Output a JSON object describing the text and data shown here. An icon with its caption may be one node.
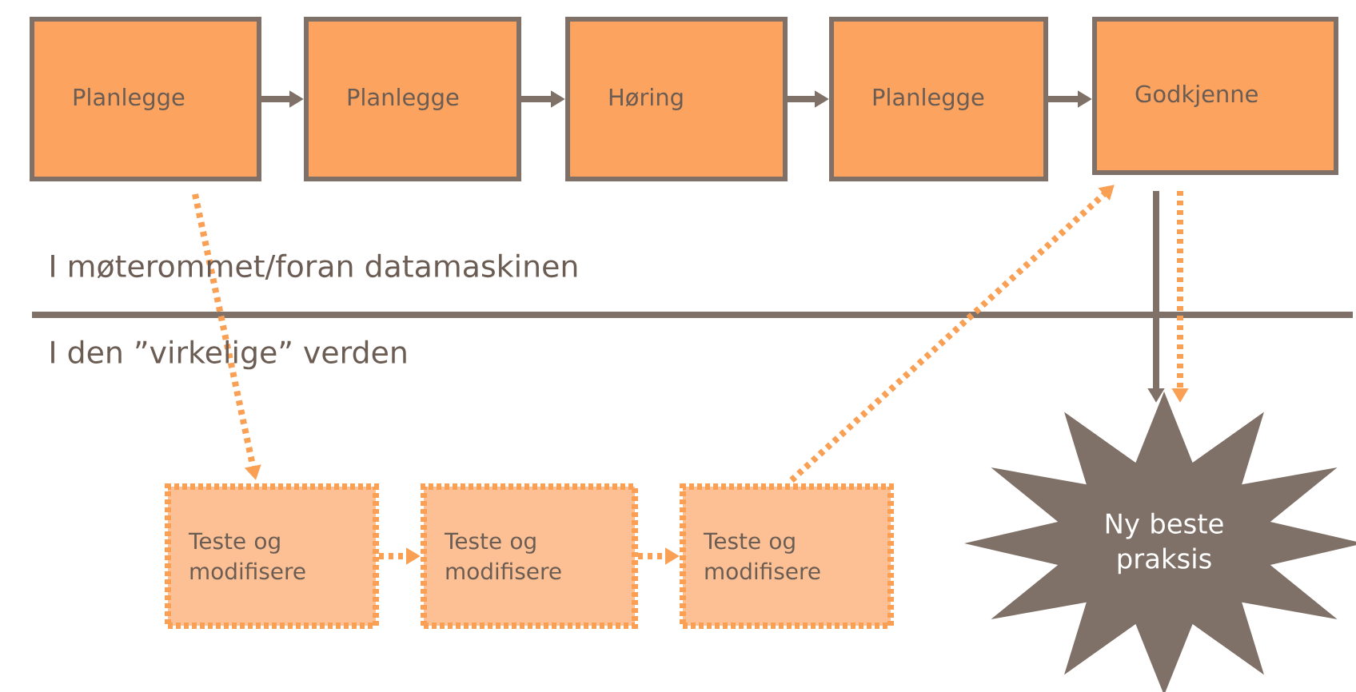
{
  "diagram": {
    "nodes": [
      {
        "text": [
          "Planlegge"
        ]
      },
      {
        "text": [
          "Planlegge"
        ]
      },
      {
        "text": [
          "Høring"
        ]
      },
      {
        "text": [
          "Planlegge"
        ]
      },
      {
        "text": [
          "Godkjenne"
        ]
      },
      {
        "text": [
          "Teste og modifisere"
        ]
      },
      {
        "text": [
          "Teste og modifisere"
        ]
      },
      {
        "text": [
          "Teste og modifisere"
        ]
      },
      {
        "text": [
          "Ny beste praksis"
        ]
      }
    ],
    "edges": [
      {
        "from": 0,
        "to": 1,
        "arrow": "to"
      },
      {
        "from": 1,
        "to": 2,
        "arrow": "to"
      },
      {
        "from": 2,
        "to": 3,
        "arrow": "to"
      },
      {
        "from": 3,
        "to": 4,
        "arrow": "to"
      },
      {
        "from": 0,
        "to": 5,
        "arrow": "to",
        "style": "dashed",
        "color": "#f9a055"
      },
      {
        "from": 5,
        "to": 6,
        "arrow": "to",
        "style": "dashed",
        "color": "#f9a055"
      },
      {
        "from": 6,
        "to": 7,
        "arrow": "to",
        "style": "dashed",
        "color": "#f9a055"
      },
      {
        "from": 7,
        "to": 4,
        "arrow": "to",
        "style": "dashed",
        "color": "#f9a055"
      },
      {
        "from": 4,
        "to": 8,
        "arrow": "to"
      },
      {
        "from": 4,
        "to": 8,
        "arrow": "to",
        "style": "dashed",
        "color": "#f9a055"
      }
    ],
    "labels": [
      "I møterommet/foran datamaskinen",
      "I den ”virkelige” verden"
    ]
  }
}
